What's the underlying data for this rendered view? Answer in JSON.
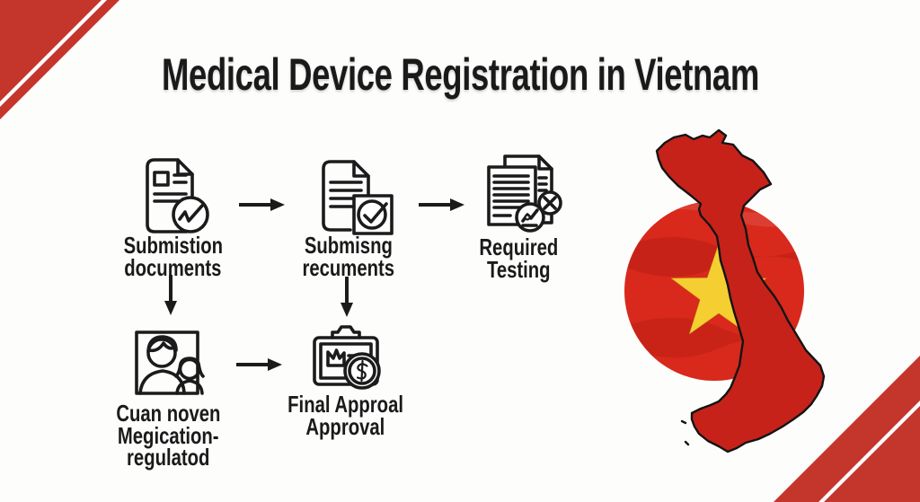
{
  "title": "Medical Device Registration in Vietnam",
  "steps": [
    {
      "icon": "document-check-icon",
      "lines": [
        "Submistion",
        "documents"
      ]
    },
    {
      "icon": "document-badge-check-icon",
      "lines": [
        "Submisng",
        "recuments"
      ]
    },
    {
      "icon": "documents-testing-icon",
      "lines": [
        "Required",
        "Testing"
      ]
    },
    {
      "icon": "people-icon",
      "lines": [
        "Cuan noven",
        "Megication-",
        "regulatod"
      ]
    },
    {
      "icon": "certificate-dollar-icon",
      "lines": [
        "Final Approal",
        "Approval"
      ]
    }
  ],
  "graphic": {
    "name": "vietnam-map-flag"
  },
  "colors": {
    "background": "#FDFDFC",
    "corner_red": "#C4352C",
    "flag_red": "#D8291C",
    "star_yellow": "#F5CE32",
    "map_red": "#C6221A",
    "outline": "#1B1B1B",
    "text": "#1A1A1A"
  }
}
